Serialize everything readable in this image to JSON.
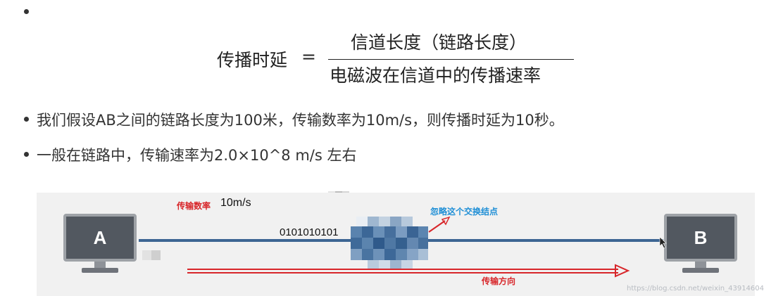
{
  "formula": {
    "lhs": "传播时延",
    "equals": "=",
    "numerator": "信道长度（链路长度）",
    "denominator": "电磁波在信道中的传播速率"
  },
  "bullets": [
    "我们假设AB之间的链路长度为100米，传输数率为10m/s，则传播时延为10秒。",
    "一般在链路中，传输速率为2.0×10^8 m/s 左右"
  ],
  "diagram": {
    "host_a": "A",
    "host_b": "B",
    "rate_label": "传输数率",
    "rate_value": "10m/s",
    "bits": "0101010101",
    "ignore_label": "忽略这个交换结点",
    "direction_label": "传输方向",
    "watermark": "https://blog.csdn.net/weixin_43914604",
    "colors": {
      "link": "#3d6593",
      "red": "#d8262a",
      "blue": "#1f8fd6",
      "monitor": "#525860"
    }
  }
}
